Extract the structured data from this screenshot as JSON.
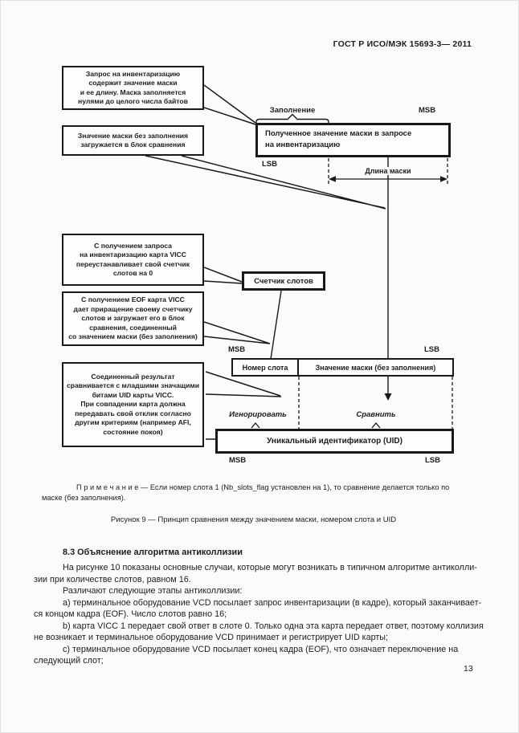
{
  "header": {
    "standard": "ГОСТ Р ИСО/МЭК 15693-3— 2011"
  },
  "figure": {
    "callouts": [
      "Запрос на инвентаризацию\nсодержит значение маски\nи ее длину. Маска заполняется\nнулями до целого числа байтов",
      "Значение маски без заполнения\nзагружается в блок сравнения",
      "С получением запроса\nна инвентаризацию карта VICC\nпереустанавливает свой счетчик\nслотов на 0",
      "С получением EOF карта VICC\nдает приращение своему счетчику\nслотов и загружает его в блок\nсравнения, соединенный\nсо значением маски (без заполнения)",
      "Соединенный результат\nсравнивается с младшими значащими\nбитами UID карты VICC.\nПри совпадении карта должна\nпередавать свой отклик согласно\nдругим критериям (например AFI,\nсостояние покоя)"
    ],
    "mask_box": "Полученное значение маски в запросе\nна инвентаризацию",
    "labels": {
      "padding": "Заполнение",
      "msb": "MSB",
      "lsb": "LSB",
      "mask_length": "Длина маски",
      "ignore": "Игнорировать",
      "compare": "Сравнить"
    },
    "slot_counter": "Счетчик слотов",
    "slot_number": "Номер слота",
    "mask_value": "Значение маски (без заполнения)",
    "uid": "Уникальный идентификатор (UID)",
    "note_lines": [
      "П р и м е ч а н и е  —  Если номер слота 1 (Nb_slots_flag установлен на 1), то сравнение делается только по",
      "маске (без заполнения)."
    ],
    "caption": "Рисунок 9 — Принцип сравнения между значением маски, номером слота и UID"
  },
  "section": {
    "heading": "8.3 Объяснение алгоритма антиколлизии",
    "lines": [
      "На рисунке 10 показаны основные случаи, которые могут возникать в типичном алгоритме антиколли-",
      "зии при количестве слотов, равном 16.",
      "Различают следующие этапы антиколлизии:",
      "а) терминальное оборудование VCD посылает запрос инвентаризации (в кадре), который заканчивает-",
      "ся концом кадра (EOF). Число слотов равно 16;",
      "b) карта VICC 1 передает свой ответ в слоте 0. Только одна эта карта передает ответ, поэтому коллизия",
      "не возникает и терминальное оборудование VCD принимает и регистрирует UID карты;",
      "c) терминальное оборудование VCD посылает конец кадра (EOF), что означает переключение на",
      "следующий слот;"
    ]
  },
  "page_number": "13"
}
